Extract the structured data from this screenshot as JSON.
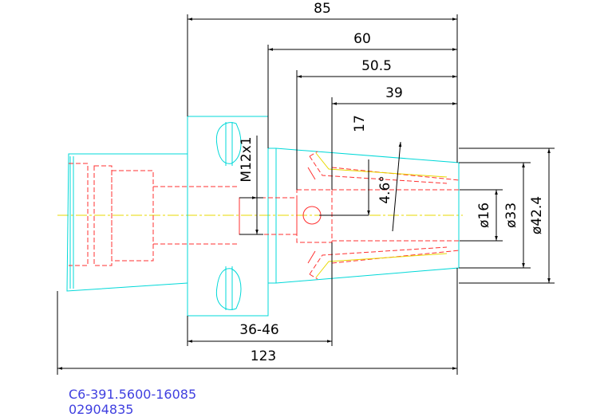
{
  "dimensions": {
    "d85": "85",
    "d60": "60",
    "d50_5": "50.5",
    "d39": "39",
    "d17": "17",
    "thread": "M12x1",
    "angle": "4.6°",
    "dia16": "ø16",
    "dia33": "ø33",
    "dia42_4": "ø42.4",
    "range": "36-46",
    "d123": "123"
  },
  "part": {
    "number": "C6-391.5600-16085",
    "code": "02904835"
  },
  "colors": {
    "outline": "#00d8d8",
    "hidden": "#ff3030",
    "centerline": "#e8d800",
    "dimension": "#000000",
    "part_text": "#4040e0"
  }
}
